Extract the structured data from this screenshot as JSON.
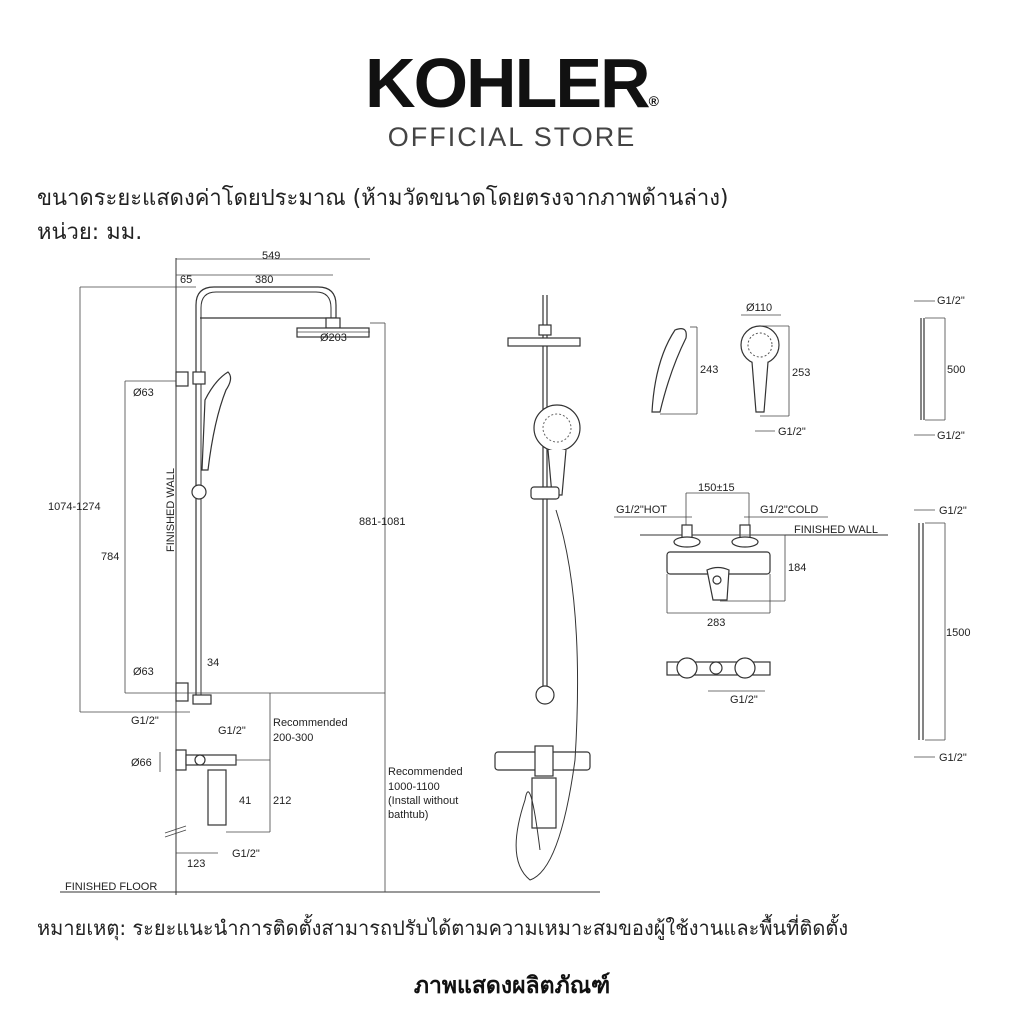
{
  "brand": {
    "logo": "KOHLER",
    "registered": "®",
    "subtitle": "OFFICIAL STORE"
  },
  "intro": {
    "line1": "ขนาดระยะแสดงค่าโดยประมาณ (ห้ามวัดขนาดโดยตรงจากภาพด้านล่าง)",
    "line2": "หน่วย: มม."
  },
  "side_view": {
    "total_width": "549",
    "wall_offset": "65",
    "arm_length": "380",
    "head_diameter": "Ø203",
    "bracket_top_diameter": "Ø63",
    "overall_height": "1074-1274",
    "finished_wall": "FINISHED WALL",
    "rail_height": "784",
    "head_height": "881-1081",
    "bracket_bottom_diameter": "Ø63",
    "outlet_offset": "34",
    "inlet_left": "G1/2\"",
    "inlet_right": "G1/2\"",
    "recommended_gap_label": "Recommended",
    "recommended_gap_value": "200-300",
    "mixer_diameter": "Ø66",
    "mixer_offset": "41",
    "mixer_height": "212",
    "mixer_depth": "123",
    "mixer_outlet": "G1/2\"",
    "recommended_height_label": "Recommended",
    "recommended_height_value": "1000-1100",
    "recommended_height_note1": "(Install without",
    "recommended_height_note2": "bathtub)",
    "finished_floor": "FINISHED FLOOR"
  },
  "hand_shower": {
    "side_height": "243",
    "diameter": "Ø110",
    "front_height": "253",
    "connection": "G1/2\""
  },
  "short_hose": {
    "top": "G1/2\"",
    "length": "500",
    "bottom": "G1/2\""
  },
  "mixer_detail": {
    "center_distance": "150±15",
    "hot_inlet": "G1/2\"HOT",
    "cold_inlet": "G1/2\"COLD",
    "finished_wall": "FINISHED WALL",
    "depth": "184",
    "width": "283",
    "outlet": "G1/2\""
  },
  "long_hose": {
    "top": "G1/2\"",
    "length": "1500",
    "bottom": "G1/2\""
  },
  "footer": {
    "note": "หมายเหตุ: ระยะแนะนำการติดตั้งสามารถปรับได้ตามความเหมาะสมของผู้ใช้งานและพื้นที่ติดตั้ง",
    "title": "ภาพแสดงผลิตภัณฑ์"
  }
}
